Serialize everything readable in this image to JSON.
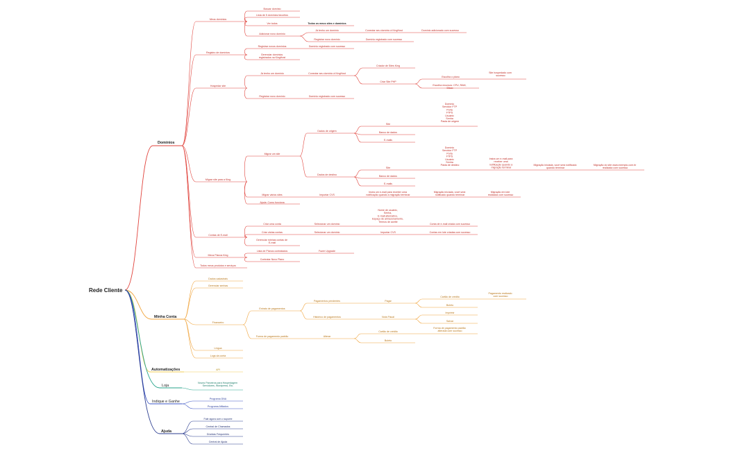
{
  "root": "Rede Cliente",
  "colors": {
    "dominios": "#e0413a",
    "minha_conta": "#f0a33a",
    "automatizacoes": "#f2cc55",
    "loja": "#25a38a",
    "indique": "#3b54c4",
    "ajuda": "#293b8f",
    "text": "#222222"
  },
  "dominios": {
    "label": "Domínios",
    "meus_dominios": "Meus domínios",
    "buscar_dominio": "Buscar domínio",
    "lista_favoritos": "Lista de 5 domínios favoritos",
    "ver_todos": "Ver todos",
    "todos_os_meus": "Todos os meus sites e domínios",
    "adicionar_novo": "Adicionar novo domínio",
    "ja_tenho": "Já tenho um domínio",
    "conectar_king": "Conectar seu domínio à KingHost",
    "dominio_adicionado": "Domínio adicionado com sucesso",
    "registrar_novo": "Registrar novo domínio",
    "dominio_registrado": "Domínio registrado com sucesso",
    "registro": "Registro de domínios",
    "registrar_novos": "Registrar novos domínios",
    "registrado_sucesso": "Domínio registrado com sucesso",
    "gerenciar_1": "Gerenciar domínios",
    "gerenciar_2": "registrados na KingHost",
    "hospedar": "Hospedar site",
    "ja_tenho_2": "Já tenho um domínio",
    "conectar_king_2": "Conectar seu domínio à KingHost",
    "criador": "Criador de Sites King",
    "criar_php": "Criar Site PHP",
    "escolha_plano": "Escolha o plano",
    "site_hospedado_1": "Site hospedado com",
    "site_hospedado_2": "sucesso",
    "escolha_recursos_1": "Escolha recursos: CPU, RAM,",
    "escolha_recursos_2": "Disco",
    "registrar_novo_2": "Registrar novo domínio",
    "registrado_sucesso_2": "Domínio registrado com sucesso",
    "migrar_king": "Migrar site para a King",
    "migrar_um": "Migrar um site",
    "dados_origem": "Dados de origem",
    "site": "Site",
    "origem_fields": [
      "Domínio",
      "Servidor FTP",
      "Porta",
      "FTPS",
      "Usuário",
      "Senha",
      "Pasta de origem"
    ],
    "banco": "Banco de dados",
    "email_item": "E-mails",
    "dados_destino": "Dados de destino",
    "site_2": "Site",
    "destino_fields": [
      "Domínio",
      "Servidor FTP",
      "Porta",
      "FTPS",
      "Usuário",
      "Senha",
      "Pasta de destino"
    ],
    "insira_1": "Insira um e-mail para",
    "insira_2": "receber uma",
    "insira_3": "notificação quando a",
    "insira_4": "migração terminar",
    "migracao_iniciada_1": "Migração iniciada, você será notificado",
    "migracao_iniciada_2": "quando terminar",
    "migracao_exemplo_1": "Migração do site www.exemplo.com.br",
    "migracao_exemplo_2": "realizada com sucesso",
    "banco_2": "Banco de dados",
    "email_item_2": "E-mails",
    "migrar_varios": "Migrar vários sites",
    "importar_csv": "Importar CVS",
    "insira_varios_1": "Insira um e-mail para receber uma",
    "insira_varios_2": "notificação quando a migração terminar",
    "iniciada_varios_1": "Migração iniciada, você será",
    "iniciada_varios_2": "notificado quando terminar",
    "realizada_varios_1": "Migração em lote",
    "realizada_varios_2": "realizada com sucesso",
    "ajuda_funciona": "Ajuda: Como funciona",
    "contas_email": "Contas de E-mail",
    "criar_conta": "Criar uma conta",
    "selecionar_dominio": "Selecionar um domínio",
    "conta_fields": [
      "Nome de usuário,",
      "Senha,",
      "E-mail alternativo,",
      "Espaço de armazenamento,",
      "Termos de aceite"
    ],
    "conta_criada": "Conta de e-mail criada com sucesso",
    "criar_varias": "Criar várias contas",
    "selecionar_dominio_2": "Selecionar um domínio",
    "importar_cvs_2": "Importar CVS",
    "contas_criadas": "Contas em lote criadas com sucesso",
    "gerenciar_contas_1": "Gerenciar minhas contas de",
    "gerenciar_contas_2": "E-mail",
    "meus_planos": "Meus Planos King",
    "lista_planos": "Lista de Planos contratados",
    "fazer_upgrade": "Fazer Upgrade",
    "contratar": "Contratar Novo Plano",
    "todos_produtos": "Todos meus produtos e serviços"
  },
  "minha_conta": {
    "label": "Minha Conta",
    "dados": "Dados cadastrais",
    "gerenciar_senhas": "Gerenciar senhas",
    "financeiro": "Financeiro",
    "extrato": "Extrato de pagamentos",
    "pendentes": "Pagamentos pendentes",
    "pagar": "Pagar",
    "cartao": "Cartão de crédito",
    "pagamento_realizado_1": "Pagamento realizado",
    "pagamento_realizado_2": "com sucesso",
    "boleto": "Boleto",
    "historico": "Histórico de pagamentos",
    "nota_fiscal": "Nota Fiscal",
    "imprimir": "Imprimir",
    "salvar": "Salvar",
    "forma": "Forma de pagamento padrão",
    "alterar": "Alterar",
    "cartao_2": "Cartão de crédito",
    "forma_alterada_1": "Forma de pagamento padrão",
    "forma_alterada_2": "alterada com sucesso",
    "boleto_2": "Boleto",
    "linguagem": "Língua",
    "logs": "Logs da conta"
  },
  "automatizacoes": {
    "label": "Automatizações",
    "api": "API"
  },
  "loja": {
    "label": "Loja",
    "parceiros_1": "Novos Parceiros para Hospedagem",
    "parceiros_2": "Servidores, Wordpress, Etc."
  },
  "indique": {
    "label": "Indique e Ganhe",
    "dna": "Programa DNA",
    "afiliados": "Programa Afiliados"
  },
  "ajuda": {
    "label": "Ajuda",
    "fale": "Fale agora com o suporte",
    "chamados": "Central de Chamados",
    "duvidas": "Dúvidas Frequentes",
    "central": "Central de Ajuda"
  }
}
